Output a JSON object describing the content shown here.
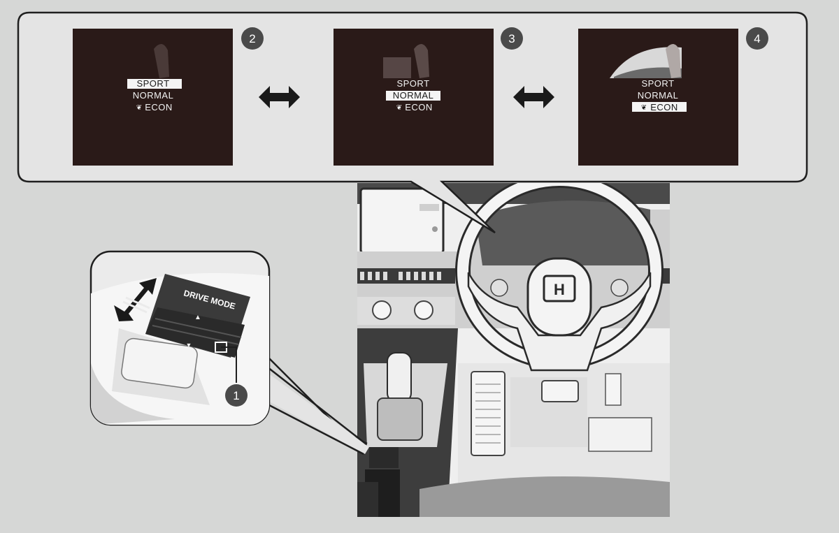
{
  "panels": [
    {
      "callout": "2",
      "modes": [
        "SPORT",
        "NORMAL",
        "ECON"
      ],
      "selected": 0
    },
    {
      "callout": "3",
      "modes": [
        "SPORT",
        "NORMAL",
        "ECON"
      ],
      "selected": 1
    },
    {
      "callout": "4",
      "modes": [
        "SPORT",
        "NORMAL",
        "ECON"
      ],
      "selected": 2
    }
  ],
  "switch": {
    "label": "DRIVE MODE",
    "callout": "1"
  },
  "colors": {
    "background": "#d6d7d6",
    "screen": "#2a1a18",
    "callout": "#4a4a4a"
  }
}
